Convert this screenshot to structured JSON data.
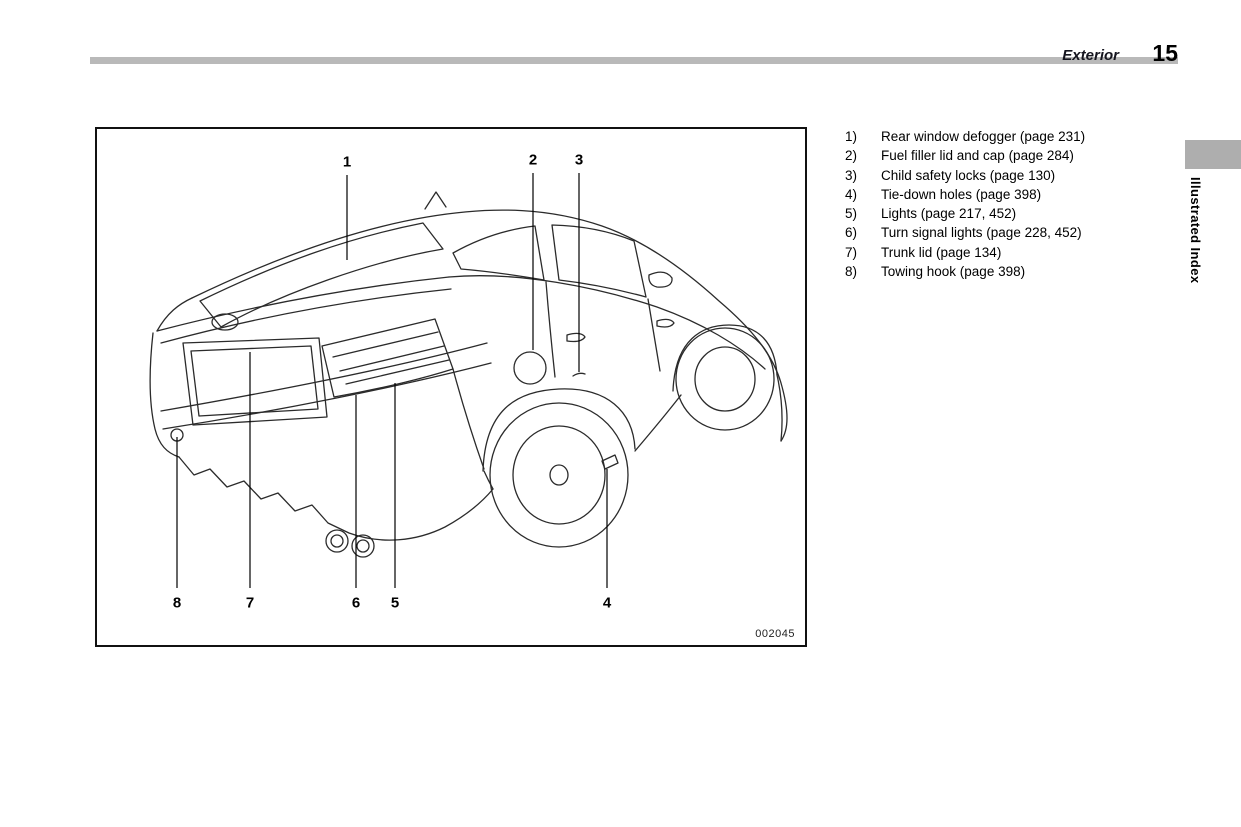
{
  "header": {
    "section_label": "Exterior",
    "page_number": "15"
  },
  "side_tab": {
    "label": "Illustrated Index"
  },
  "figure": {
    "code": "002045",
    "callouts": [
      "1",
      "2",
      "3",
      "4",
      "5",
      "6",
      "7",
      "8"
    ]
  },
  "index_list": {
    "items": [
      {
        "num": "1)",
        "text": "Rear window defogger (page 231)"
      },
      {
        "num": "2)",
        "text": "Fuel filler lid and cap (page 284)"
      },
      {
        "num": "3)",
        "text": "Child safety locks (page 130)"
      },
      {
        "num": "4)",
        "text": "Tie-down holes (page 398)"
      },
      {
        "num": "5)",
        "text": "Lights (page 217, 452)"
      },
      {
        "num": "6)",
        "text": "Turn signal lights (page 228, 452)"
      },
      {
        "num": "7)",
        "text": "Trunk lid (page 134)"
      },
      {
        "num": "8)",
        "text": "Towing hook (page 398)"
      }
    ]
  }
}
